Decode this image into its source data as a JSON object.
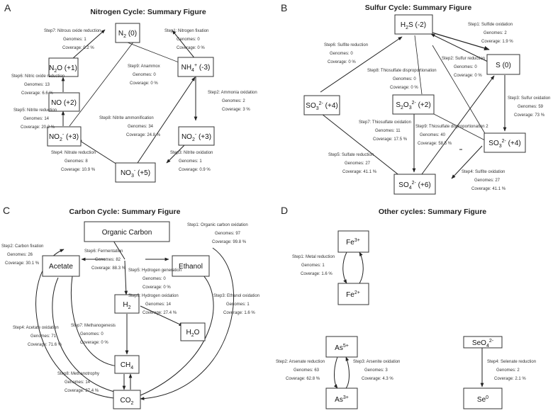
{
  "panels": [
    {
      "label": "A",
      "title": "Nitrogen Cycle: Summary Figure"
    },
    {
      "label": "B",
      "title": "Sulfur Cycle: Summary Figure"
    },
    {
      "label": "C",
      "title": "Carbon Cycle: Summary Figure"
    },
    {
      "label": "D",
      "title": "Other cycles: Summary Figure"
    }
  ],
  "nodes": {
    "n2": {
      "base": "N",
      "sub": "2",
      "tail": " (0)"
    },
    "n2o": {
      "base": "N",
      "sub": "2",
      "mid": "O",
      "tail": " (+1)"
    },
    "no": {
      "base": "NO",
      "tail": " (+2)"
    },
    "nh4": {
      "base": "NH",
      "sub": "4",
      "sup": "+",
      "tail": " (-3)"
    },
    "no2_left": {
      "base": "NO",
      "sub": "2",
      "sup": "-",
      "tail": " (+3)"
    },
    "no2_right": {
      "base": "NO",
      "sub": "2",
      "sup": "-",
      "tail": " (+3)"
    },
    "no3": {
      "base": "NO",
      "sub": "3",
      "sup": "-",
      "tail": " (+5)"
    },
    "h2s": {
      "base": "H",
      "sub": "2",
      "mid": "S",
      "tail": " (-2)"
    },
    "s0": {
      "base": "S",
      "tail": " (0)"
    },
    "so3_left": {
      "base": "SO",
      "sub": "3",
      "sup": "2-",
      "tail": " (+4)"
    },
    "s2o3": {
      "base": "S",
      "sub": "2",
      "mid": "O",
      "sub2": "3",
      "sup": "2-",
      "tail": " (+2)"
    },
    "so3_right": {
      "base": "SO",
      "sub": "3",
      "sup": "2-",
      "tail": " (+4)"
    },
    "so4": {
      "base": "SO",
      "sub": "4",
      "sup": "2-",
      "tail": " (+6)"
    },
    "organic": {
      "base": "Organic Carbon"
    },
    "acetate": {
      "base": "Acetate"
    },
    "ethanol": {
      "base": "Ethanol"
    },
    "h2": {
      "base": "H",
      "sub": "2"
    },
    "h2o": {
      "base": "H",
      "sub": "2",
      "mid": "O"
    },
    "ch4": {
      "base": "CH",
      "sub": "4"
    },
    "co2": {
      "base": "CO",
      "sub": "2"
    },
    "fe3": {
      "base": "Fe",
      "sup": "3+"
    },
    "fe2": {
      "base": "Fe",
      "sup": "2+"
    },
    "as5": {
      "base": "As",
      "sup": "5+"
    },
    "as3": {
      "base": "As",
      "sup": "3+"
    },
    "seo4": {
      "base": "SeO",
      "sub": "4",
      "sup": "2-"
    },
    "se0": {
      "base": "Se",
      "sup": "0"
    }
  },
  "steps": {
    "n1": {
      "name": "Step1: Nitrogen fixation",
      "genomes": "Genomes: 0",
      "coverage": "Coverage: 0 %"
    },
    "n2": {
      "name": "Step2: Ammonia oxidation",
      "genomes": "Genomes: 2",
      "coverage": "Coverage: 3 %"
    },
    "n3": {
      "name": "Step3: Nitrite oxidation",
      "genomes": "Genomes: 1",
      "coverage": "Coverage: 0.9 %"
    },
    "n4": {
      "name": "Step4: Nitrate reduction",
      "genomes": "Genomes: 8",
      "coverage": "Coverage: 10.9 %"
    },
    "n5": {
      "name": "Step5: Nitrite reduction",
      "genomes": "Genomes: 14",
      "coverage": "Coverage: 20.2 %"
    },
    "n6": {
      "name": "Step6: Nitric oxide reduction",
      "genomes": "Genomes: 13",
      "coverage": "Coverage: 6.6 %"
    },
    "n7": {
      "name": "Step7: Nitrous oxide reduction",
      "genomes": "Genomes: 1",
      "coverage": "Coverage: 0.2 %"
    },
    "n8": {
      "name": "Step8: Nitrite ammonification",
      "genomes": "Genomes: 34",
      "coverage": "Coverage: 24.8 %"
    },
    "n9": {
      "name": "Step9: Anammox",
      "genomes": "Genomes: 0",
      "coverage": "Coverage: 0 %"
    },
    "s1": {
      "name": "Step1: Sulfide oxidation",
      "genomes": "Genomes: 2",
      "coverage": "Coverage: 1.9 %"
    },
    "s2": {
      "name": "Step2: Sulfur reduction",
      "genomes": "Genomes: 0",
      "coverage": "Coverage: 0 %"
    },
    "s3": {
      "name": "Step3: Sulfur oxidation",
      "genomes": "Genomes: 59",
      "coverage": "Coverage: 73 %"
    },
    "s4": {
      "name": "Step4: Sulfite oxidation",
      "genomes": "Genomes: 27",
      "coverage": "Coverage: 41.1 %"
    },
    "s5": {
      "name": "Step5: Sulfate reduction",
      "genomes": "Genomes: 27",
      "coverage": "Coverage: 41.1 %"
    },
    "s6": {
      "name": "Step6: Sulfite reduction",
      "genomes": "Genomes: 0",
      "coverage": "Coverage: 0 %"
    },
    "s7": {
      "name": "Step7: Thiosulfate oxidation",
      "genomes": "Genomes: 11",
      "coverage": "Coverage: 17.5 %"
    },
    "s8": {
      "name": "Step8: Thiosulfate disproportionation",
      "genomes": "Genomes: 0",
      "coverage": "Coverage: 0 %"
    },
    "s9": {
      "name": "Step9: Thiosulfate disproportionation 2",
      "genomes": "Genomes: 40",
      "coverage": "Coverage: 58.5 %"
    },
    "c1": {
      "name": "Step1: Organic carbon oxidation",
      "genomes": "Genomes: 97",
      "coverage": "Coverage: 99.8 %"
    },
    "c2": {
      "name": "Step2: Carbon fixation",
      "genomes": "Genomes: 26",
      "coverage": "Coverage: 30.1 %"
    },
    "c3": {
      "name": "Step3: Ethanol oxidation",
      "genomes": "Genomes: 1",
      "coverage": "Coverage: 1.6 %"
    },
    "c4": {
      "name": "Step4: Acetate oxidation",
      "genomes": "Genomes: 71",
      "coverage": "Coverage: 71.6 %"
    },
    "c5": {
      "name": "Step5: Hydrogen generation",
      "genomes": "Genomes: 0",
      "coverage": "Coverage: 0 %"
    },
    "c6": {
      "name": "Step6: Fermentation",
      "genomes": "Genomes: 82",
      "coverage": "Coverage: 88.3 %"
    },
    "c7": {
      "name": "Step7: Methanogenesis",
      "genomes": "Genomes: 0",
      "coverage": "Coverage: 0 %"
    },
    "c8": {
      "name": "Step8: Methanotrophy",
      "genomes": "Genomes: 14",
      "coverage": "Coverage: 27.4 %"
    },
    "c9": {
      "name": "Step9: Hydrogen oxidation",
      "genomes": "Genomes: 14",
      "coverage": "Coverage: 27.4 %"
    },
    "o1": {
      "name": "Step1: Metal reduction",
      "genomes": "Genomes: 1",
      "coverage": "Coverage: 1.6 %"
    },
    "o2": {
      "name": "Step2: Arsenate reduction",
      "genomes": "Genomes: 63",
      "coverage": "Coverage: 62.8 %"
    },
    "o3": {
      "name": "Step3: Arsenite oxidation",
      "genomes": "Genomes: 3",
      "coverage": "Coverage: 4.3 %"
    },
    "o4": {
      "name": "Step4: Selenate reduction",
      "genomes": "Genomes: 2",
      "coverage": "Coverage: 2.1 %"
    }
  }
}
